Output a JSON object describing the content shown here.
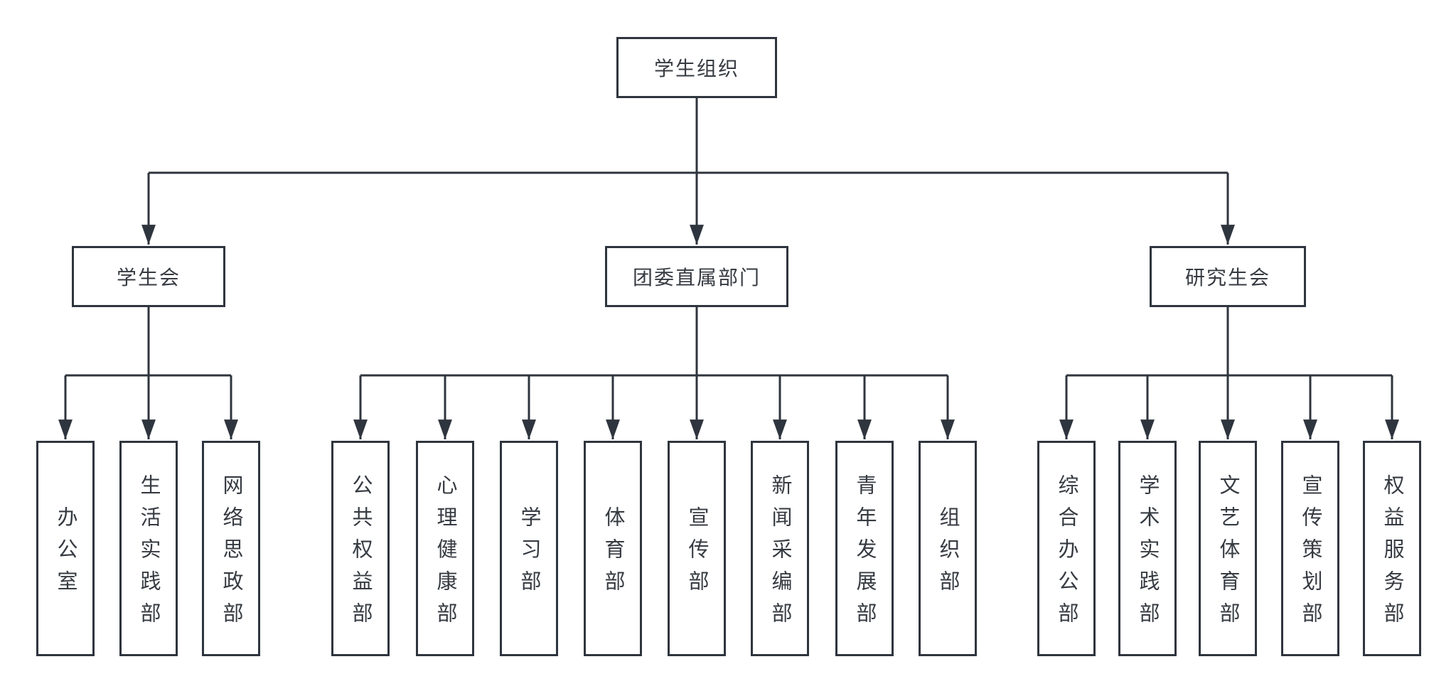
{
  "diagram": {
    "type": "org-chart",
    "root": {
      "label": "学生组织"
    },
    "branches": [
      {
        "label": "学生会",
        "children": [
          "办公室",
          "生活实践部",
          "网络思政部"
        ]
      },
      {
        "label": "团委直属部门",
        "children": [
          "公共权益部",
          "心理健康部",
          "学习部",
          "体育部",
          "宣传部",
          "新闻采编部",
          "青年发展部",
          "组织部"
        ]
      },
      {
        "label": "研究生会",
        "children": [
          "综合办公部",
          "学术实践部",
          "文艺体育部",
          "宣传策划部",
          "权益服务部"
        ]
      }
    ],
    "colors": {
      "line": "#2f353e",
      "box_border": "#2f353e",
      "box_fill": "#ffffff",
      "text": "#363b42",
      "background": "#ffffff"
    }
  }
}
